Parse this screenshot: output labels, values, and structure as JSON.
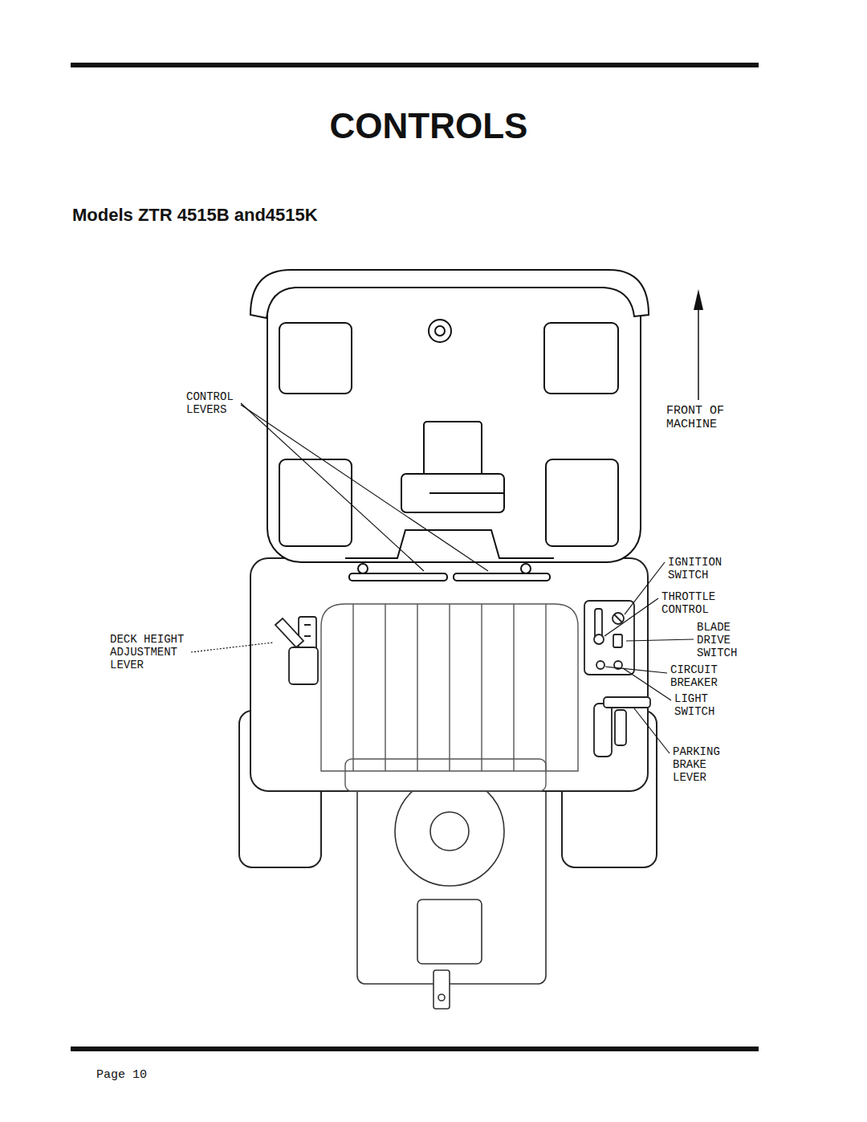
{
  "diagram": {
    "title": "CONTROLS",
    "labels": [
      "Models ZTR 4515B and4515K",
      "CONTROL LEVERS",
      "FRONT OF MACHINE",
      "IGNITION SWITCH",
      "THROTTLE CONTROL",
      "BLADE DRIVE SWITCH",
      "DECK HEIGHT ADJUSTMENT LEVER",
      "CIRCUIT BREAKER",
      "LIGHT SWITCH",
      "PARKING BRAKE LEVER",
      "Page 10"
    ]
  }
}
